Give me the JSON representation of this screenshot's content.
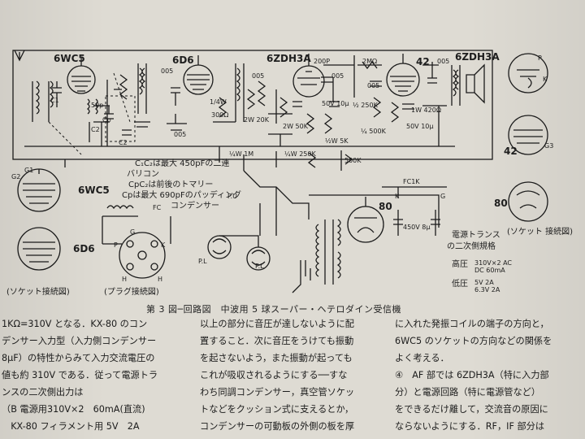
{
  "schematic": {
    "tube_labels": [
      "6WC5",
      "6D6",
      "6ZDH3A",
      "42",
      "6ZDH3A"
    ],
    "socket_tube_labels": [
      "6WC5",
      "6D6",
      "42",
      "80"
    ],
    "rectifier_label": "80",
    "component_labels": {
      "c_values": [
        "50p",
        "005",
        "005",
        "005",
        "200P",
        "005",
        "005",
        "005"
      ],
      "r_values": [
        "2MΩ",
        "2W 20K",
        "2W 50K",
        "¼W 1M",
        "¼W 250K",
        "½ 250K",
        "¼ 500K",
        "1W 420Ω",
        "50V 10μ",
        "50V 10μ",
        "½W 5K",
        "500K",
        "300Ω",
        "1/4W"
      ],
      "pins": [
        "C1",
        "C2",
        "C2",
        "Cp",
        "G",
        "K",
        "P",
        "H",
        "H",
        "G1",
        "G2",
        "G3",
        "K",
        "P"
      ],
      "misc": [
        "FC",
        "FC1K",
        "P.U",
        "P.L",
        "P.L",
        "K",
        "G",
        "450V 8μ"
      ]
    },
    "notes": [
      "C₁C₂は最大 450pFの二連",
      "バリコン",
      "CpC₂は前後のトマリー",
      "Cpは最大 690pFのパッディング",
      "コンデンサー"
    ],
    "socket_caption": "(ソケット接続図)",
    "plug_caption": "(プラグ接続図)",
    "socket_caption_right": "(ソケット 接続図)",
    "power_trans": {
      "title": "電源トランス",
      "subtitle": "の二次側規格",
      "hv_label": "高圧",
      "hv_value1": "310V×2 AC",
      "hv_value2": "DC 60mA",
      "lv_label": "低圧",
      "lv_value1": "5V 2A",
      "lv_value2": "6.3V 2A"
    }
  },
  "caption": "第 3 図─回路図　中波用 5 球スーパー・ヘテロダイン受信機",
  "body_text": {
    "col1": [
      "1KΩ=310V となる．KX-80 のコン",
      "デンサー入力型（入力側コンデンサー",
      "8μF）の特性からみて入力交流電圧の",
      "値も約 310V である．従って電源トラ",
      "ンスの二次側出力は",
      "（B 電源用310V×2　60mA(直流)",
      "　KX-80 フィラメント用 5V　2A"
    ],
    "col2": [
      "以上の部分に音圧が達しないように配",
      "置すること．次に音圧をうけても振動",
      "を起さないよう，また振動が起っても",
      "これが吸収されるようにする──すな",
      "わち同調コンデンサー，真空管ソケッ",
      "トなどをクッション式に支えるとか，",
      "コンデンサーの可動板の外側の板を厚"
    ],
    "col3": [
      "に入れた発振コイルの端子の方向と，",
      "6WC5 のソケットの方向などの関係を",
      "よく考える．",
      "④　AF 部では 6ZDH3A（特に入力部",
      "分）と電源回路（特に電源管など）",
      "をできるだけ離して，交流音の原因に",
      "ならないようにする．RF，IF 部分は"
    ]
  }
}
